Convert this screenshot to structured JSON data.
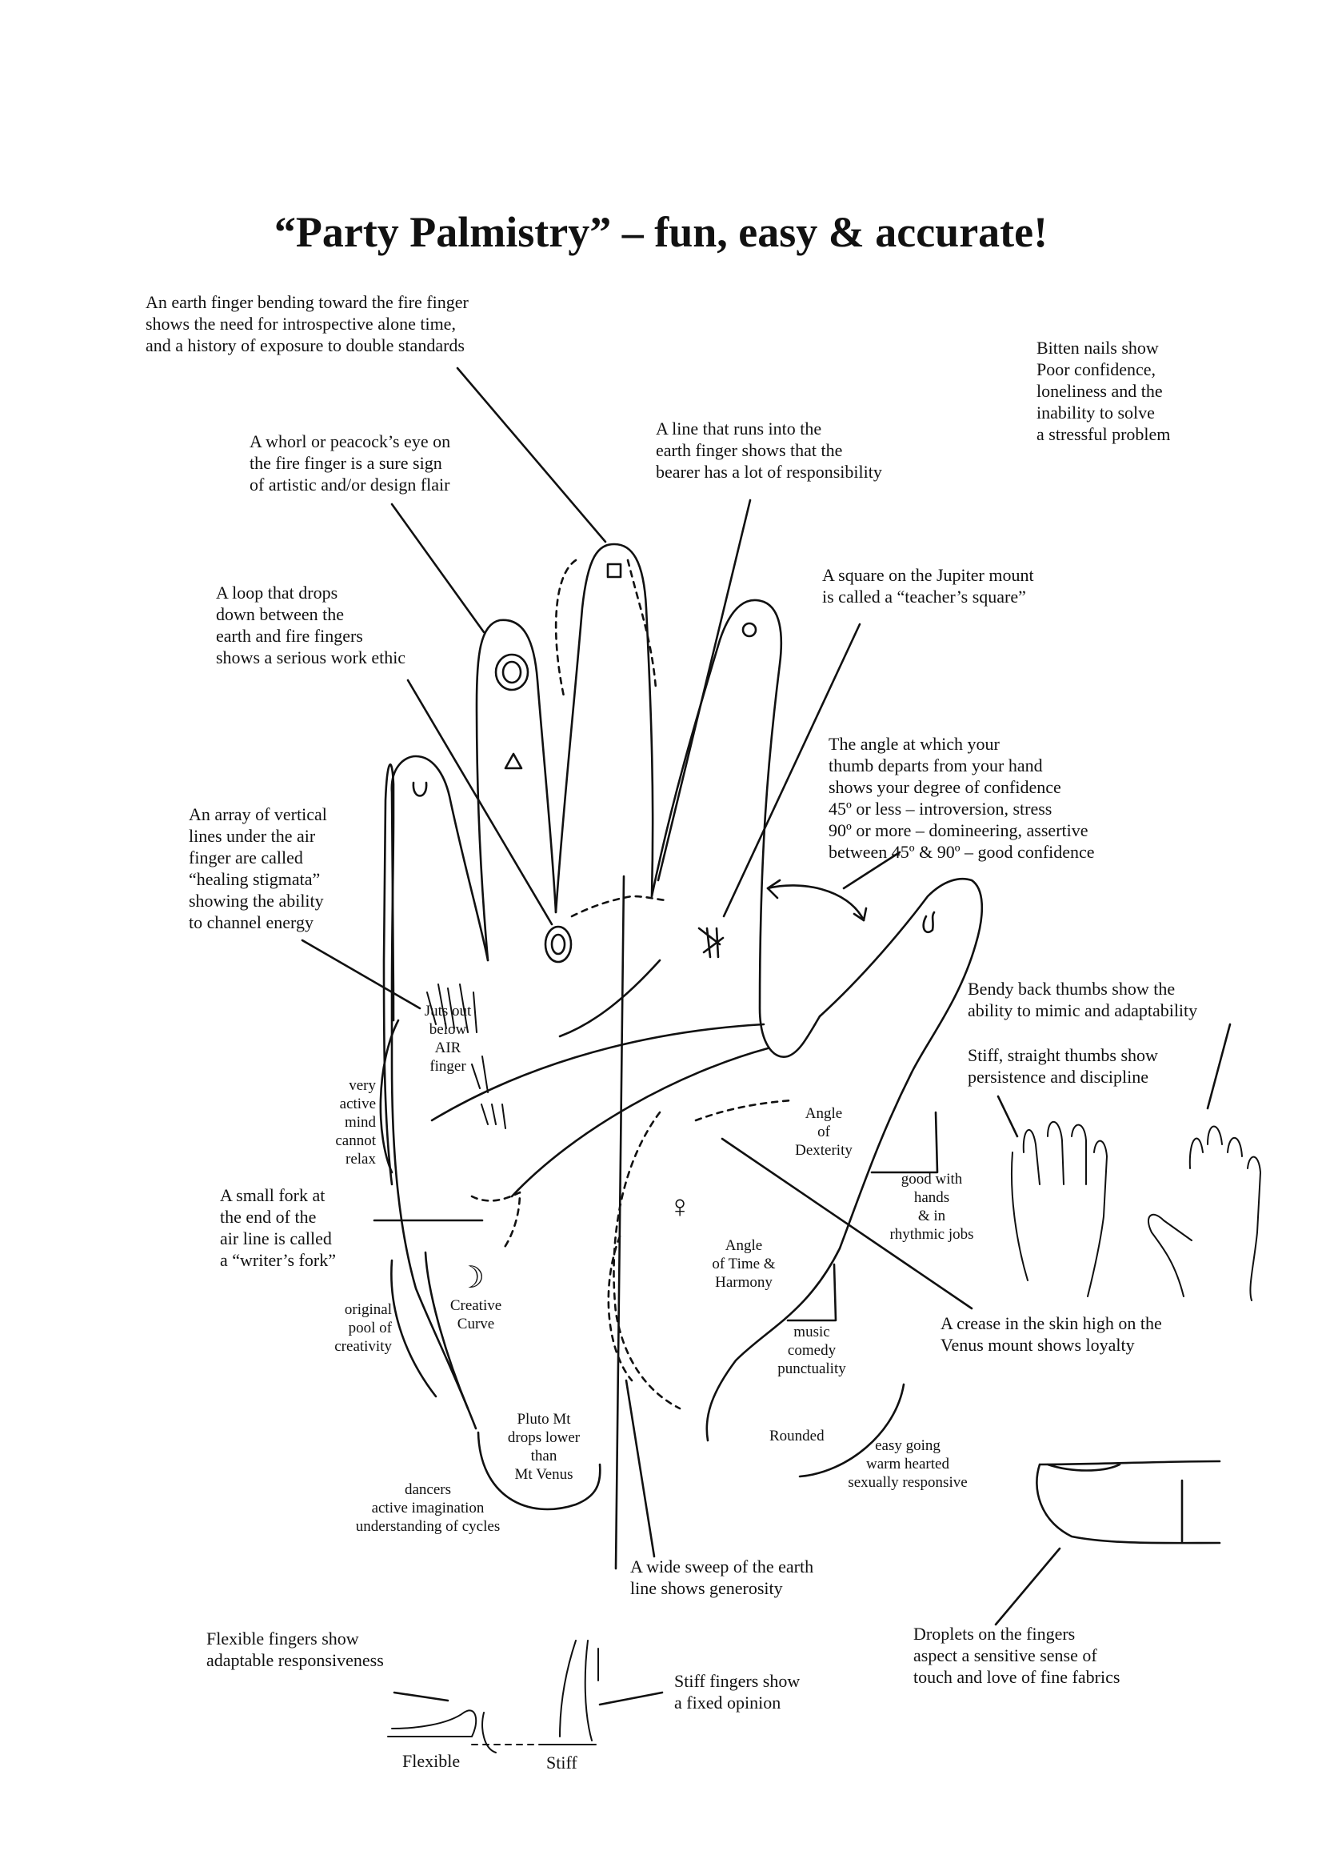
{
  "title": "“Party Palmistry” – fun, easy & accurate!",
  "annotations": {
    "earth_bend": "An earth finger bending toward the fire finger\nshows the need for introspective alone time,\nand a history of exposure to double standards",
    "bitten_nails": "Bitten nails show\nPoor confidence,\nloneliness and the\ninability to solve\na stressful problem",
    "whorl": "A whorl or peacock’s eye on\nthe fire finger is a sure sign\nof artistic and/or design flair",
    "line_earth": "A line that runs into the\nearth finger shows that the\nbearer has a lot of responsibility",
    "jupiter_square": "A square on the Jupiter mount\nis called a “teacher’s square”",
    "loop": "A loop that drops\ndown between the\nearth and fire fingers\nshows a serious work ethic",
    "thumb_angle": "The angle at which your\nthumb departs from your hand\nshows your degree of confidence\n45º or less – introversion, stress\n90º or more – domineering, assertive\nbetween 45º & 90º – good confidence",
    "healing_stigmata": "An array of vertical\nlines under the air\nfinger are called\n“healing stigmata”\nshowing the ability\nto channel energy",
    "bendy_thumbs": "Bendy back thumbs show the\nability to mimic and adaptability",
    "stiff_thumbs": "Stiff, straight thumbs show\npersistence and discipline",
    "writers_fork": "A small fork at\nthe end of the\nair line is called\na “writer’s fork”",
    "venus_crease": "A crease in the skin high on the\nVenus mount shows loyalty",
    "earth_sweep": "A wide sweep of the earth\nline shows generosity",
    "flexible_fingers": "Flexible fingers show\nadaptable responsiveness",
    "stiff_fingers": "Stiff fingers show\na fixed opinion",
    "droplets": "Droplets on the fingers\naspect a sensitive sense of\ntouch and love of fine fabrics"
  },
  "small_labels": {
    "juts_out": "Juts out\nbelow\nAIR\nfinger",
    "very_active": "very\nactive\nmind\ncannot\nrelax",
    "angle_dexterity": "Angle\nof\nDexterity",
    "good_with_hands": "good with\nhands\n& in\nrhythmic jobs",
    "angle_time": "Angle\nof Time &\nHarmony",
    "music": "music\ncomedy\npunctuality",
    "creative_curve": "Creative\nCurve",
    "original_pool": "original\npool of\ncreativity",
    "rounded": "Rounded",
    "easy_going": "easy going\nwarm hearted\nsexually responsive",
    "pluto": "Pluto Mt\ndrops lower\nthan\nMt Venus",
    "dancers": "dancers\nactive imagination\nunderstanding of cycles",
    "flexible": "Flexible",
    "stiff": "Stiff"
  },
  "symbols": {
    "venus": "♀",
    "moon": "☽"
  }
}
